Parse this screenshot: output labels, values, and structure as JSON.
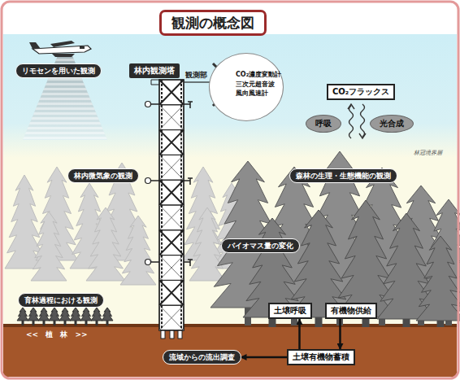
{
  "diagram": {
    "title": "観測の概念図",
    "nodes": [
      {
        "text": [
          "観測の概念図"
        ]
      },
      {
        "text": [
          "リモセンを用いた観測"
        ]
      },
      {
        "text": [
          "林内観測塔"
        ]
      },
      {
        "text": [
          "CO₂濃度変動計 三次元超音波 風向風速計"
        ]
      },
      {
        "text": [
          "CO₂フラックス"
        ]
      },
      {
        "text": [
          "呼吸"
        ]
      },
      {
        "text": [
          "光合成"
        ]
      },
      {
        "text": [
          "林内微気象の観測"
        ]
      },
      {
        "text": [
          "森林の生理・生態機能の観測"
        ]
      },
      {
        "text": [
          "バイオマス量の変化"
        ]
      },
      {
        "text": [
          "育林過程における観測"
        ]
      },
      {
        "text": [
          "土壌呼吸"
        ]
      },
      {
        "text": [
          "有機物供給"
        ]
      },
      {
        "text": [
          "流域からの流出調査"
        ]
      },
      {
        "text": [
          "土壌有機物蓄積"
        ]
      }
    ],
    "edges": [
      {
        "from": 14,
        "to": 11,
        "arrow": "to"
      },
      {
        "from": 12,
        "to": 14,
        "arrow": "to"
      },
      {
        "from": 14,
        "to": 13,
        "arrow": "to"
      }
    ],
    "labels": [
      "観測部",
      "林冠境界層",
      "<< 植 林 >>"
    ]
  }
}
